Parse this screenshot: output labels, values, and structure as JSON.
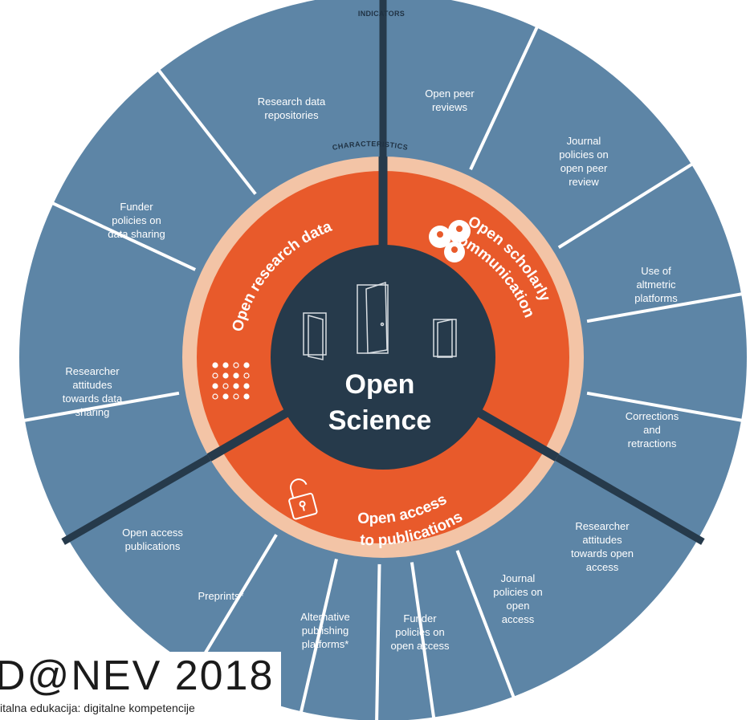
{
  "diagram": {
    "top_label": "INDICATORS",
    "ring_label": "CHARACTERISTICS",
    "core": {
      "line1": "Open",
      "line2": "Science"
    },
    "segments": [
      {
        "label": "Open research data"
      },
      {
        "label1": "Open scholarly",
        "label2": "communication"
      },
      {
        "label1": "Open access",
        "label2": "to publications"
      }
    ],
    "indicators": [
      {
        "lines": [
          "Open peer",
          "reviews"
        ]
      },
      {
        "lines": [
          "Journal",
          "policies on",
          "open peer",
          "review"
        ]
      },
      {
        "lines": [
          "Use of",
          "altmetric",
          "platforms"
        ]
      },
      {
        "lines": [
          "Corrections",
          "and",
          "retractions"
        ]
      },
      {
        "lines": [
          "Researcher",
          "attitudes",
          "towards open",
          "access"
        ]
      },
      {
        "lines": [
          "Journal",
          "policies on",
          "open",
          "access"
        ]
      },
      {
        "lines": [
          "Funder",
          "policies on",
          "open access"
        ]
      },
      {
        "lines": [
          "Alternative",
          "publishing",
          "platforms*"
        ]
      },
      {
        "lines": [
          "Preprints*"
        ]
      },
      {
        "lines": [
          "Open access",
          "publications"
        ]
      },
      {
        "lines": [
          "Researcher",
          "attitudes",
          "towards data",
          "sharing"
        ]
      },
      {
        "lines": [
          "Funder",
          "policies on",
          "data sharing"
        ]
      },
      {
        "lines": [
          "Research data",
          "repositories"
        ]
      }
    ],
    "colors": {
      "outer": "#5d85a6",
      "ring": "#f3c4a6",
      "segment": "#e85a2b",
      "core": "#263a4b",
      "divider": "#263a4b",
      "spoke": "#ffffff"
    }
  },
  "logo": {
    "title": "D@NEV 2018",
    "subtitle": "italna edukacija: digitalne kompetencije"
  }
}
